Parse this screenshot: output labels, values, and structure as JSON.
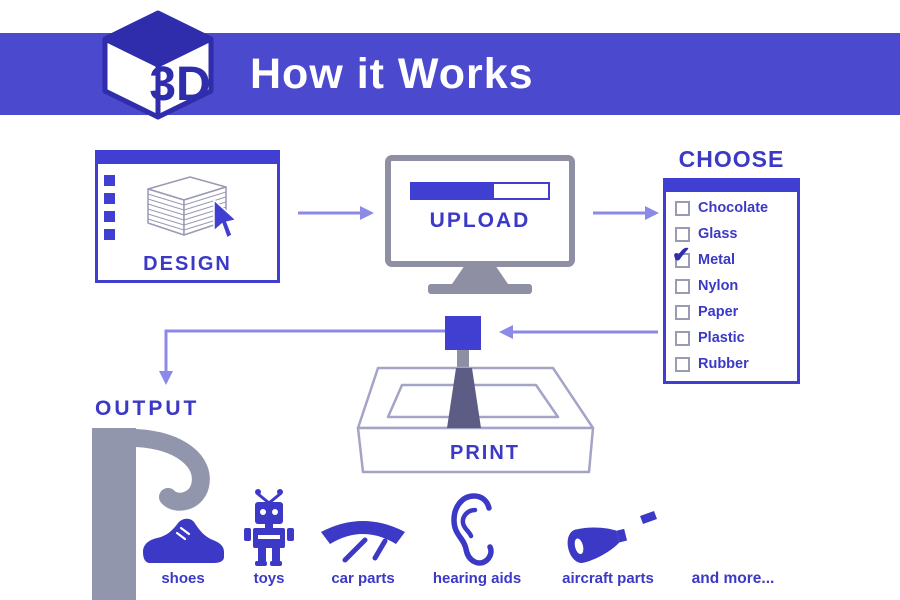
{
  "theme": {
    "banner_color": "#4b49ce",
    "accent": "#413ed2",
    "text_blue": "#3b39c6",
    "logo_dark": "#2f2dab",
    "arrow_color": "#8c8ae8",
    "gray_ui": "#8f8fa4",
    "checkbox_border": "#9a9ab2",
    "printer_line": "#a4a4c6",
    "printer_track": "#5c5c84",
    "curtain_gray": "#9296ac"
  },
  "header": {
    "logo_text": "3D",
    "title": "How it Works"
  },
  "flow": {
    "design": {
      "label": "DESIGN"
    },
    "upload": {
      "label": "UPLOAD",
      "progress_percent": 60
    },
    "choose": {
      "title": "CHOOSE",
      "options": [
        {
          "label": "Chocolate",
          "checked": false
        },
        {
          "label": "Glass",
          "checked": false
        },
        {
          "label": "Metal",
          "checked": true
        },
        {
          "label": "Nylon",
          "checked": false
        },
        {
          "label": "Paper",
          "checked": false
        },
        {
          "label": "Plastic",
          "checked": false
        },
        {
          "label": "Rubber",
          "checked": false
        }
      ]
    },
    "print": {
      "label": "PRINT"
    },
    "output": {
      "label": "OUTPUT"
    }
  },
  "products": [
    {
      "label": "shoes",
      "icon": "shoe-icon"
    },
    {
      "label": "toys",
      "icon": "robot-icon"
    },
    {
      "label": "car parts",
      "icon": "windshield-wiper-icon"
    },
    {
      "label": "hearing aids",
      "icon": "ear-icon"
    },
    {
      "label": "aircraft parts",
      "icon": "jet-engine-icon"
    },
    {
      "label": "and more...",
      "icon": "none"
    }
  ],
  "icons": {
    "checkmark": "✔"
  }
}
